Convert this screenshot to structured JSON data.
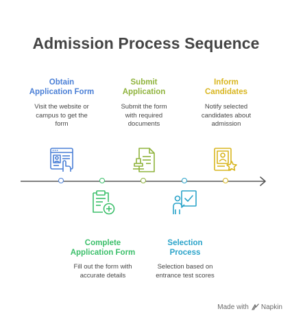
{
  "title": "Admission Process Sequence",
  "colors": {
    "blue": "#4a7fd6",
    "olive": "#8fb33c",
    "gold": "#d8b51e",
    "green": "#3bbf6a",
    "teal": "#2aa3c9",
    "line": "#555555"
  },
  "steps_top": [
    {
      "title": "Obtain\nApplication Form",
      "desc": "Visit the website or\ncampus to get the\nform",
      "icon": "browser-form-icon"
    },
    {
      "title": "Submit\nApplication",
      "desc": "Submit the form\nwith required\ndocuments",
      "icon": "document-stamp-icon"
    },
    {
      "title": "Inform\nCandidates",
      "desc": "Notify selected\ncandidates about\nadmission",
      "icon": "certificate-star-icon"
    }
  ],
  "steps_bottom": [
    {
      "title": "Complete\nApplication Form",
      "desc": "Fill out the form with\naccurate details",
      "icon": "clipboard-add-icon"
    },
    {
      "title": "Selection\nProcess",
      "desc": "Selection based on\nentrance test scores",
      "icon": "person-checklist-icon"
    }
  ],
  "footer": {
    "made_with": "Made with",
    "brand": "Napkin"
  }
}
